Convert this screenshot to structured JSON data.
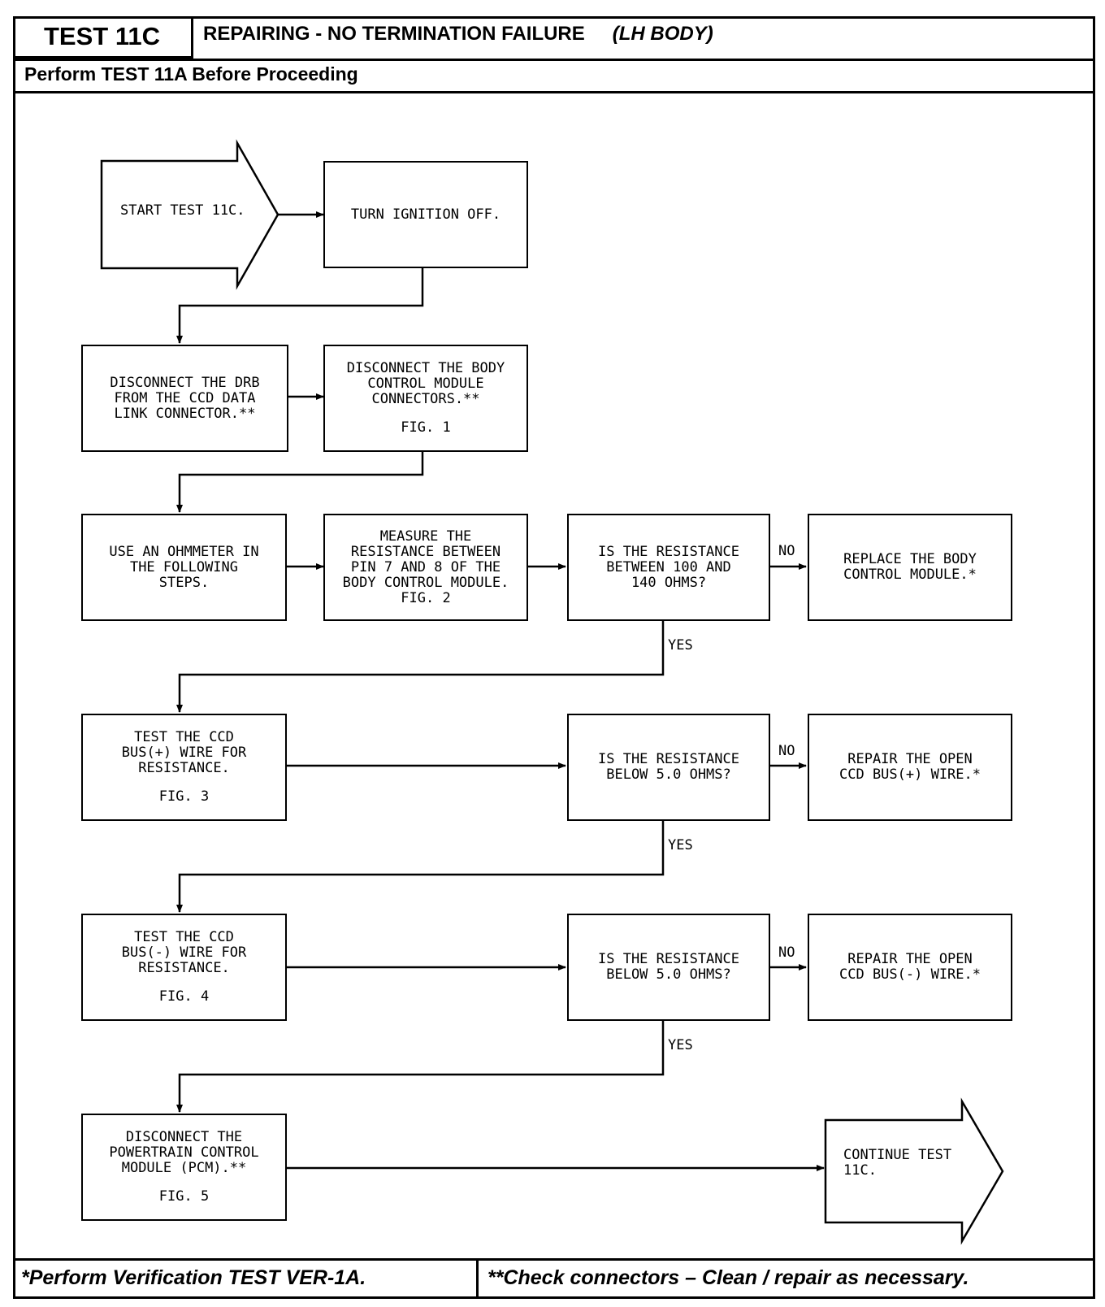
{
  "header": {
    "test_id": "TEST 11C",
    "title": "REPAIRING - NO TERMINATION FAILURE",
    "subtitle": "(LH BODY)",
    "perform_note": "Perform TEST 11A Before Proceeding"
  },
  "footer": {
    "left_note": "*Perform Verification TEST VER-1A.",
    "right_note": "**Check connectors – Clean / repair as necessary."
  },
  "flow": {
    "start": "START TEST 11C.",
    "turn_off": "TURN IGNITION OFF.",
    "disconnect_drb": "DISCONNECT THE DRB\nFROM THE CCD DATA\nLINK CONNECTOR.**",
    "disconnect_bcm": "DISCONNECT THE BODY\nCONTROL MODULE\nCONNECTORS.**",
    "disconnect_bcm_fig": "FIG. 1",
    "use_ohmmeter": "USE AN OHMMETER IN\nTHE FOLLOWING\nSTEPS.",
    "measure": "MEASURE THE\nRESISTANCE BETWEEN\nPIN 7 AND 8 OF THE\nBODY CONTROL MODULE.\nFIG. 2",
    "q1": "IS THE RESISTANCE\nBETWEEN 100 AND\n140 OHMS?",
    "replace_bcm": "REPLACE THE BODY\nCONTROL MODULE.*",
    "test_plus": "TEST THE CCD\nBUS(+) WIRE FOR\nRESISTANCE.",
    "test_plus_fig": "FIG. 3",
    "q2": "IS THE RESISTANCE\nBELOW 5.0 OHMS?",
    "repair_plus": "REPAIR THE OPEN\nCCD BUS(+) WIRE.*",
    "test_minus": "TEST THE CCD\nBUS(-) WIRE FOR\nRESISTANCE.",
    "test_minus_fig": "FIG. 4",
    "q3": "IS THE RESISTANCE\nBELOW 5.0 OHMS?",
    "repair_minus": "REPAIR THE OPEN\nCCD BUS(-) WIRE.*",
    "disconnect_pcm": "DISCONNECT THE\nPOWERTRAIN CONTROL\nMODULE (PCM).**",
    "disconnect_pcm_fig": "FIG. 5",
    "continue": "CONTINUE TEST\n11C.",
    "no_label": "NO",
    "yes_label": "YES"
  }
}
